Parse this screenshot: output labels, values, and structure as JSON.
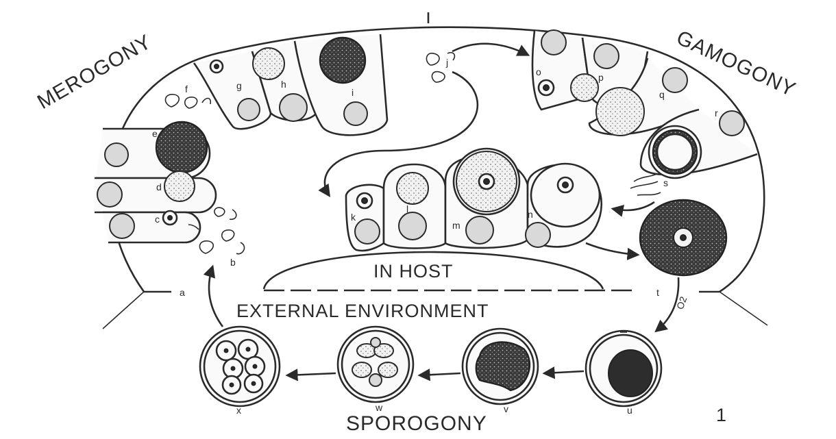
{
  "diagram": {
    "phases": {
      "merogony": "MEROGONY",
      "gamogony": "GAMOGONY",
      "sporogony": "SPOROGONY"
    },
    "regions": {
      "in_host": "IN HOST",
      "external": "EXTERNAL ENVIRONMENT"
    },
    "figure_number": "1",
    "oxygen_label": "O2",
    "stage_letters": {
      "a": "a",
      "b": "b",
      "c": "c",
      "d": "d",
      "e": "e",
      "f": "f",
      "g": "g",
      "h": "h",
      "i": "i",
      "j": "j",
      "k": "k",
      "l": "l",
      "m": "m",
      "n": "n",
      "o": "o",
      "p": "p",
      "q": "q",
      "r": "r",
      "s": "s",
      "t": "t",
      "u": "u",
      "v": "v",
      "w": "w",
      "x": "x"
    }
  }
}
